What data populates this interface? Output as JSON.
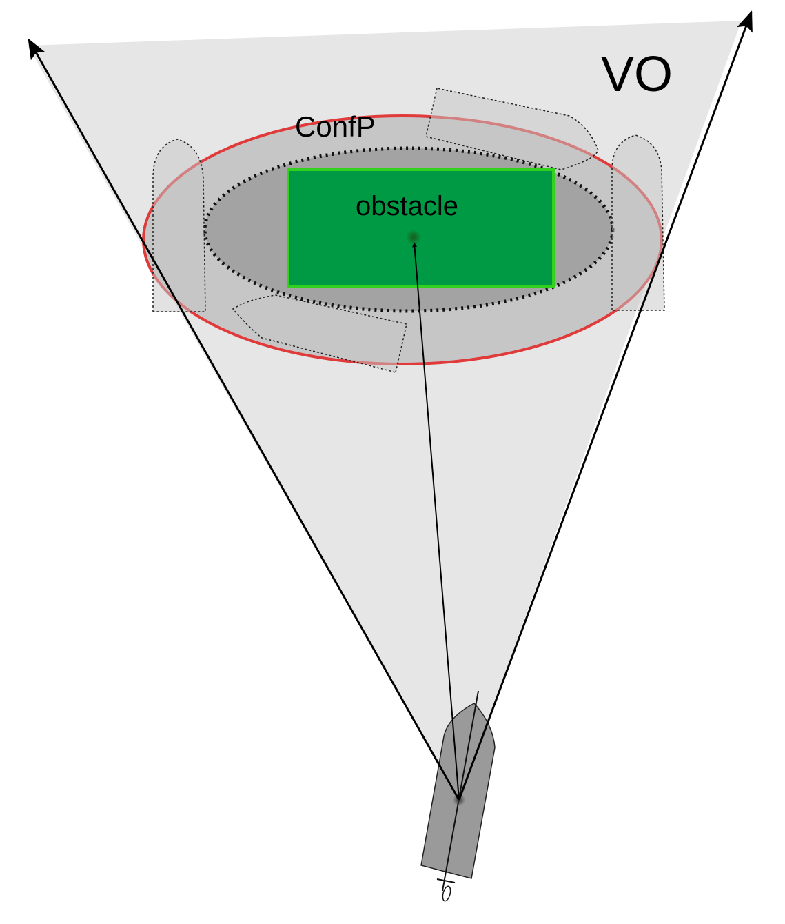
{
  "labels": {
    "vo": "VO",
    "confp": "ConfP",
    "obstacle": "obstacle"
  },
  "colors": {
    "background": "#ffffff",
    "vo_region": "#e6e6e6",
    "confp_region": "#c6c6c6",
    "inner_region": "#a3a3a3",
    "confp_boundary": "#e03a3a",
    "obstacle_fill": "#009a44",
    "obstacle_border": "#33d11f",
    "own_ship": "#9a9a9a",
    "ghost_ship": "#c6c6c6",
    "lines": "#000000"
  },
  "icons": {
    "own_ship": "ship-icon",
    "ghost_ship": "ship-outline-icon",
    "arrow": "arrowhead-icon"
  }
}
